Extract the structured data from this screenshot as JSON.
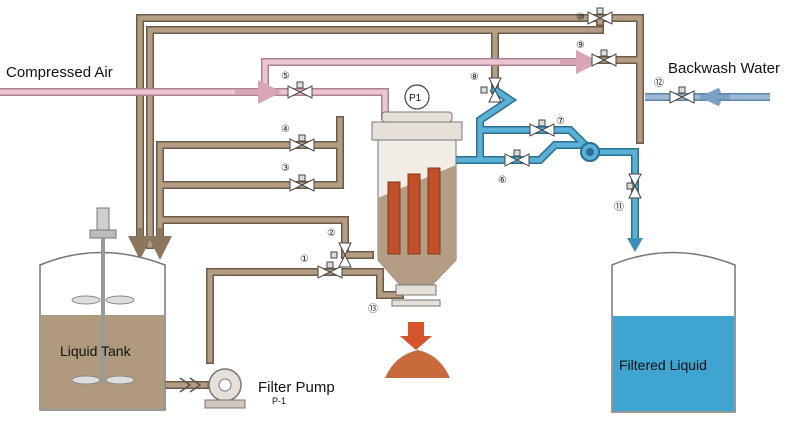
{
  "labels": {
    "compressed_air": "Compressed Air",
    "backwash_water": "Backwash Water",
    "liquid_tank": "Liquid Tank",
    "filter_pump": "Filter Pump",
    "filter_pump_tag": "P-1",
    "filtered_liquid": "Filtered Liquid",
    "filter_vessel_tag": "P1"
  },
  "valves": {
    "v1": "①",
    "v2": "②",
    "v3": "③",
    "v4": "④",
    "v5": "⑤",
    "v6": "⑥",
    "v7": "⑦",
    "v8": "⑧",
    "v9": "⑨",
    "v10": "⑩",
    "v11": "⑪",
    "v12": "⑫",
    "v13": "⑬"
  },
  "colors": {
    "process_pipe": "#b39e85",
    "process_pipe_edge": "#6e5a45",
    "air_pipe": "#e9c6d1",
    "air_pipe_edge": "#b08090",
    "filtrate_pipe": "#5bb0d6",
    "filtrate_pipe_edge": "#2a6f93",
    "backwash_pipe": "#9cbad6",
    "liquid": "#b09a7e",
    "filtered": "#3fa4cf",
    "filter_element": "#c0502c",
    "cake": "#c86a3c",
    "discharge_arrow": "#d6542a"
  }
}
